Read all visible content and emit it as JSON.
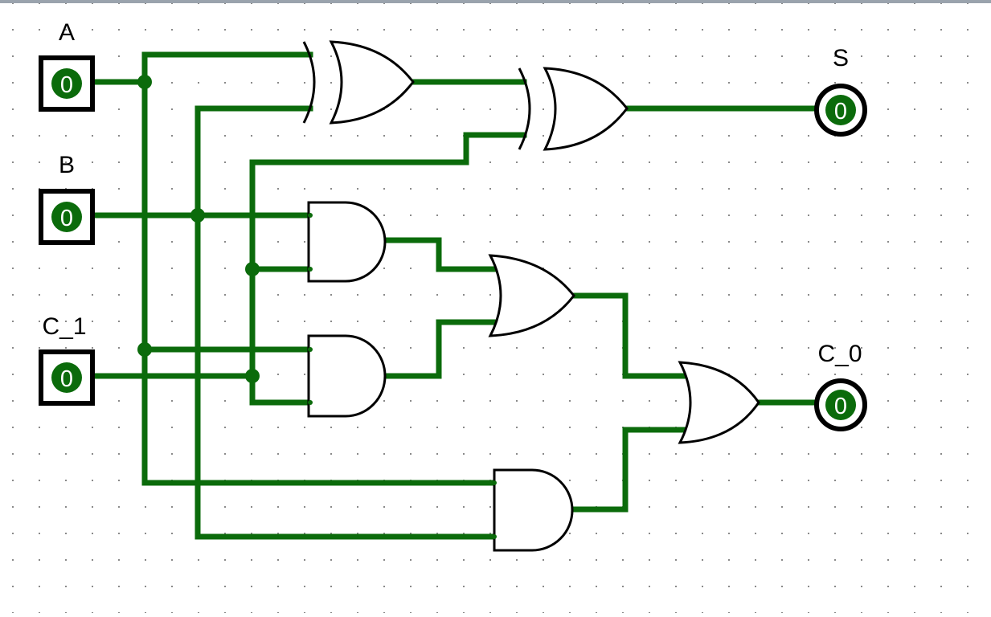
{
  "colors": {
    "wire": "#0b6b0b",
    "pin_fill": "#0b6b0b",
    "pin_text": "#ffffff",
    "outline": "#000000",
    "grid_dot": "#8a8a8a",
    "background": "#ffffff"
  },
  "inputs": [
    {
      "label": "A",
      "value": "0"
    },
    {
      "label": "B",
      "value": "0"
    },
    {
      "label": "C_1",
      "value": "0"
    }
  ],
  "outputs": [
    {
      "label": "S",
      "value": "0"
    },
    {
      "label": "C_0",
      "value": "0"
    }
  ],
  "gates": [
    {
      "name": "xor-gate-1",
      "type": "xor"
    },
    {
      "name": "xor-gate-2",
      "type": "xor"
    },
    {
      "name": "and-gate-b-c1",
      "type": "and"
    },
    {
      "name": "and-gate-a-c1",
      "type": "and"
    },
    {
      "name": "or-gate-1",
      "type": "or"
    },
    {
      "name": "or-gate-carry",
      "type": "or"
    },
    {
      "name": "and-gate-a-b",
      "type": "and"
    }
  ]
}
